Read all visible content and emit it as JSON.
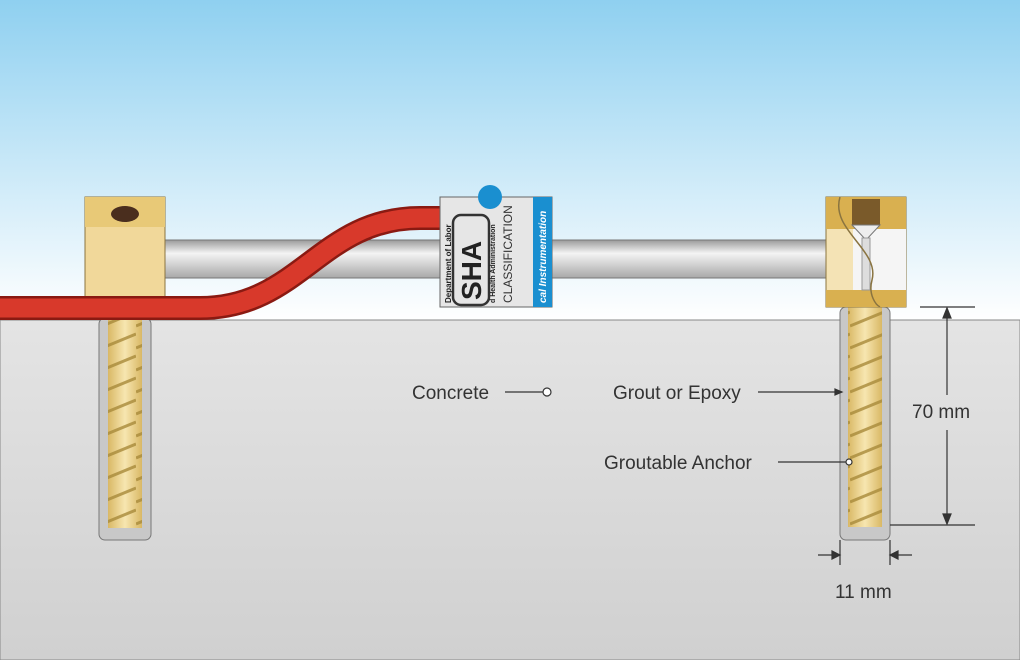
{
  "labels": {
    "concrete": "Concrete",
    "grout": "Grout or Epoxy",
    "anchor": "Groutable Anchor",
    "depth": "70 mm",
    "diameter": "11 mm"
  },
  "sensor_label": {
    "logo": "SHA",
    "dept": "Department of Labor",
    "admin": "d Health Administration",
    "classification": "CLASSIFICATION",
    "band": "cal Instrumentation"
  },
  "colors": {
    "sky_top": "#8fd0f0",
    "concrete": "#d9d9d9",
    "cable": "#d8392b",
    "brass": "#e9cf8a",
    "band": "#1a8fd0"
  }
}
